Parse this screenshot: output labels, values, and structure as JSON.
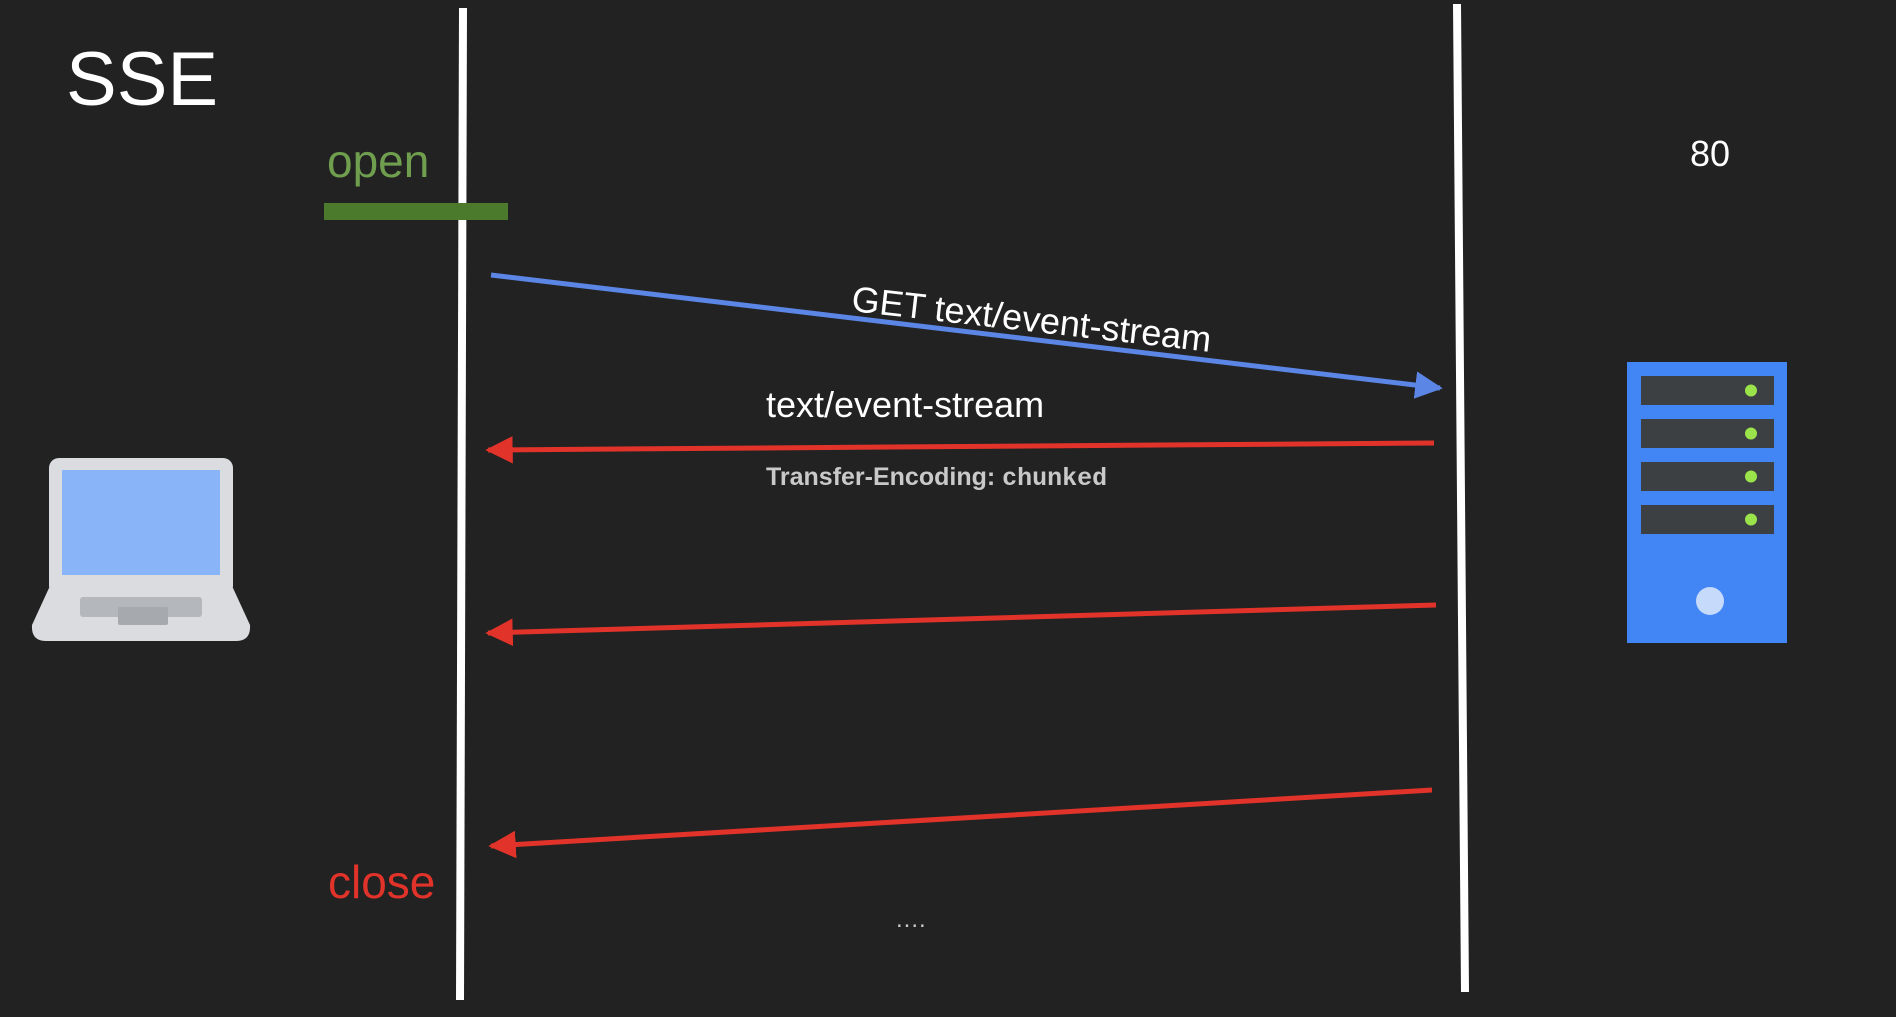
{
  "title": "SSE",
  "port": "80",
  "markers": {
    "open": "open",
    "close": "close"
  },
  "messages": {
    "request": "GET text/event-stream",
    "response": "text/event-stream",
    "transfer_encoding_label": "Transfer-Encoding:",
    "transfer_encoding_value": "chunked",
    "ellipsis": "...."
  },
  "colors": {
    "background": "#222222",
    "open": "#4b7a2c",
    "close": "#e2332a",
    "request_arrow": "#5b86e5",
    "response_arrow": "#e2332a",
    "client": "#8ab4f8",
    "server": "#4285f4"
  },
  "icons": {
    "client": "laptop-icon",
    "server": "server-icon"
  }
}
